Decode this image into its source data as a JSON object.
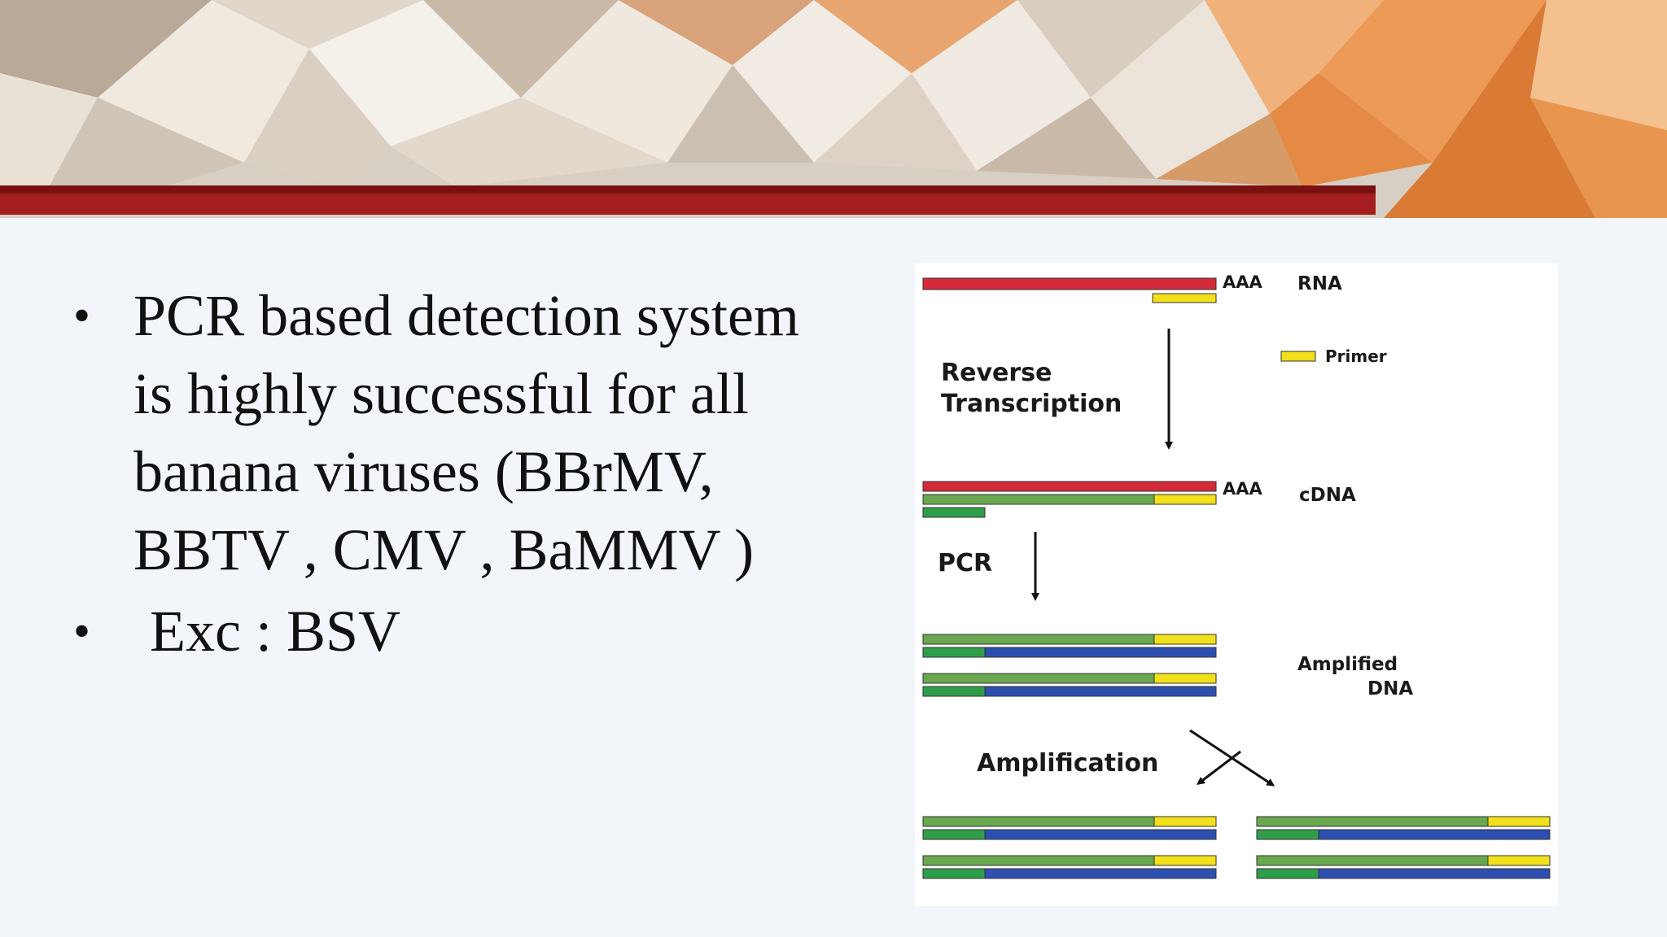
{
  "colors": {
    "rna": "#d42a3a",
    "primer": "#f1e01a",
    "green_strand": "#6aa84f",
    "dark_green": "#2f9e4a",
    "blue_strand": "#2d4fb0",
    "banner_red": "#a31e1e",
    "banner_orange": "#e8843a"
  },
  "bullets": [
    {
      "text": "PCR based detection system is highly successful for all banana viruses (BBrMV, BBTV , CMV , BaMMV )"
    },
    {
      "text": "Exc : BSV"
    }
  ],
  "diagram": {
    "labels": {
      "poly_a_rna": "AAA",
      "rna": "RNA",
      "primer": "Primer",
      "reverse": "Reverse",
      "transcription": "Transcription",
      "poly_a_cdna": "AAA",
      "cdna": "cDNA",
      "pcr": "PCR",
      "amplified": "Amplified",
      "dna": "DNA",
      "amplification": "Amplification"
    }
  }
}
